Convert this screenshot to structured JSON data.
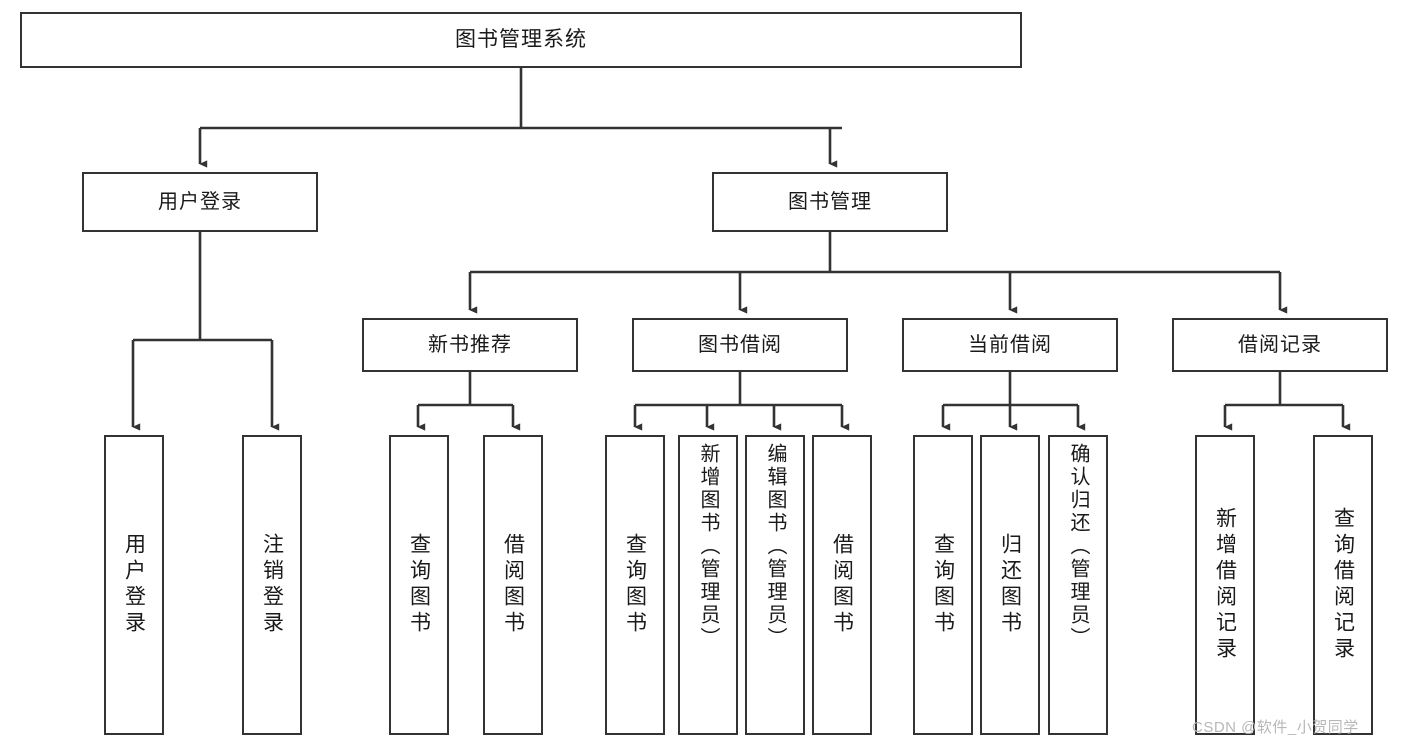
{
  "diagram": {
    "title": "图书管理系统",
    "type": "functional-structure-tree",
    "watermark": "CSDN @软件_小贺同学",
    "colors": {
      "border": "#333333",
      "background": "#ffffff",
      "text": "#1a1a1a",
      "watermark": "#b8b8b8"
    },
    "root": {
      "label": "图书管理系统"
    },
    "level1": [
      {
        "label": "用户登录"
      },
      {
        "label": "图书管理"
      }
    ],
    "level2": [
      {
        "label": "新书推荐"
      },
      {
        "label": "图书借阅"
      },
      {
        "label": "当前借阅"
      },
      {
        "label": "借阅记录"
      }
    ],
    "leaves": {
      "user_login": [
        {
          "label": "用户登录"
        },
        {
          "label": "注销登录"
        }
      ],
      "new_book_rec": [
        {
          "label": "查询图书"
        },
        {
          "label": "借阅图书"
        }
      ],
      "book_borrow": [
        {
          "label": "查询图书"
        },
        {
          "label": "新增图书（管理员）"
        },
        {
          "label": "编辑图书（管理员）"
        },
        {
          "label": "借阅图书"
        }
      ],
      "current_borrow": [
        {
          "label": "查询图书"
        },
        {
          "label": "归还图书"
        },
        {
          "label": "确认归还（管理员）"
        }
      ],
      "borrow_record": [
        {
          "label": "新增借阅记录"
        },
        {
          "label": "查询借阅记录"
        }
      ]
    }
  }
}
